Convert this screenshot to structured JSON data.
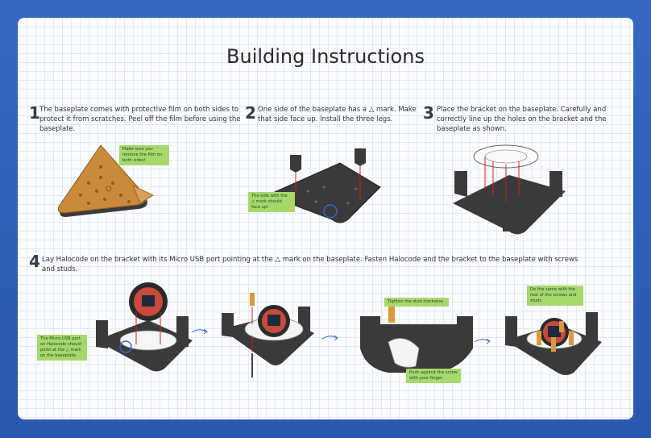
{
  "title": "Building Instructions",
  "steps": [
    {
      "num": "1",
      "text": "The baseplate comes with protective film on both sides to protect it from scratches. Peel off the film before using the baseplate."
    },
    {
      "num": "2",
      "text": "One side of the baseplate has a △ mark. Make that side face up. Install the three legs."
    },
    {
      "num": "3",
      "text": "Place the bracket on the baseplate. Carefully and correctly line up the holes on the bracket and the baseplate as shown."
    },
    {
      "num": "4",
      "text": "Lay Halocode on the bracket with its Micro USB port pointing at the △ mark on the baseplate. Fasten Halocode and the bracket to the baseplate with screws and studs."
    }
  ],
  "callouts": {
    "remove_film": "Make sure you remove the film on both sides!",
    "triangle_side": "The side with the △ mark should face up!",
    "micro_usb": "The Micro USB port on Halocode should point at the △ mark on the baseplate.",
    "tighten": "Tighten the stud clockwise",
    "push_screw": "Push against the screw with your finger.",
    "same_rest": "Do the same with the rest of the screws and studs"
  },
  "colors": {
    "background": "#2f5fb8",
    "card": "#fbfcfe",
    "plate_dark": "#3a3a3a",
    "plate_orange": "#c98a3c",
    "callout_green": "#a7d86a",
    "arrow_red": "#d42020",
    "highlight_blue": "#2f6bd0"
  }
}
